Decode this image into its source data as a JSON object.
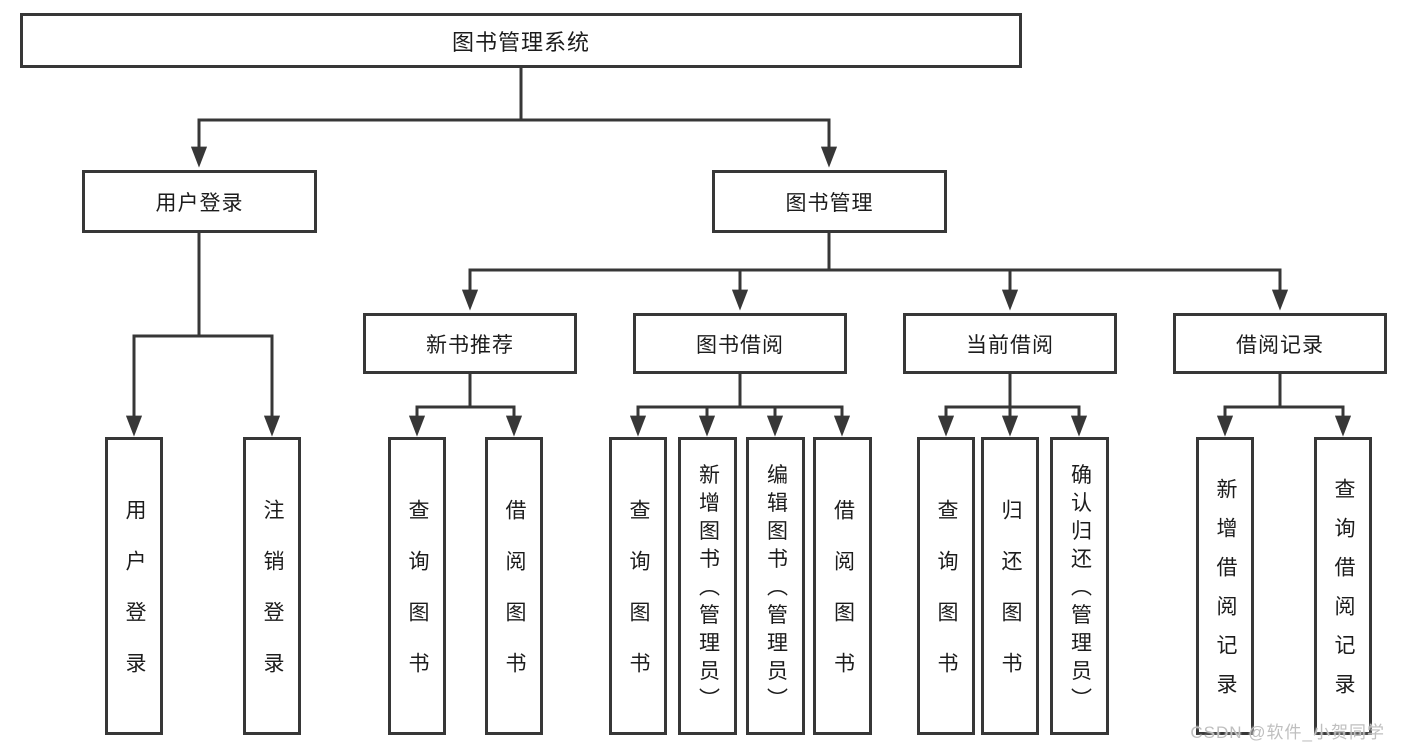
{
  "tree": {
    "label": "图书管理系统",
    "children": [
      {
        "label": "用户登录",
        "children": [
          {
            "label": "用户登录"
          },
          {
            "label": "注销登录"
          }
        ]
      },
      {
        "label": "图书管理",
        "children": [
          {
            "label": "新书推荐",
            "children": [
              {
                "label": "查询图书"
              },
              {
                "label": "借阅图书"
              }
            ]
          },
          {
            "label": "图书借阅",
            "children": [
              {
                "label": "查询图书"
              },
              {
                "label": "新增图书（管理员）"
              },
              {
                "label": "编辑图书（管理员）"
              },
              {
                "label": "借阅图书"
              }
            ]
          },
          {
            "label": "当前借阅",
            "children": [
              {
                "label": "查询图书"
              },
              {
                "label": "归还图书"
              },
              {
                "label": "确认归还（管理员）"
              }
            ]
          },
          {
            "label": "借阅记录",
            "children": [
              {
                "label": "新增借阅记录"
              },
              {
                "label": "查询借阅记录"
              }
            ]
          }
        ]
      }
    ]
  },
  "watermark": {
    "text": "CSDN @软件_小贺同学"
  },
  "colors": {
    "line": "#373737",
    "box_border": "#373737",
    "box_fill": "#ffffff",
    "text": "#1c1c1c",
    "watermark": "#bfbfbf",
    "background": "#ffffff"
  }
}
